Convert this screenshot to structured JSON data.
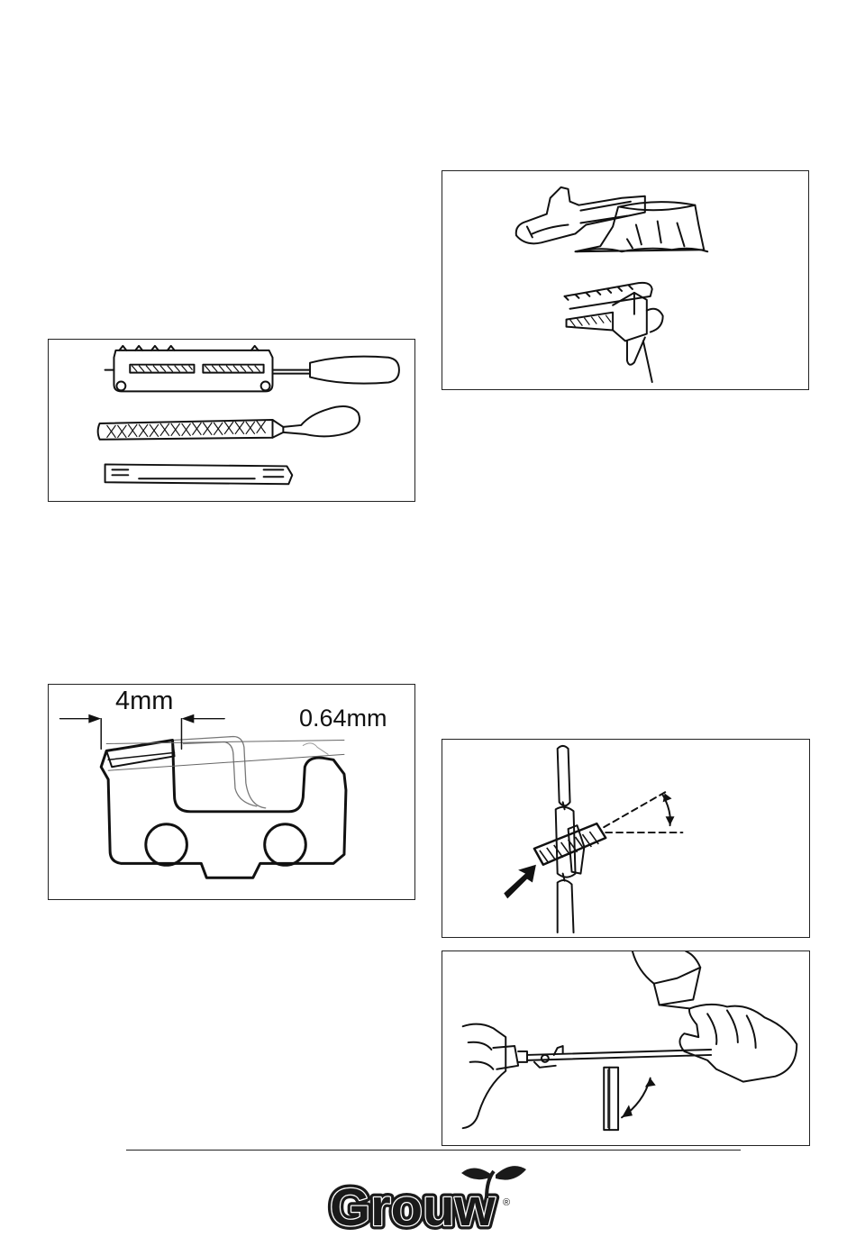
{
  "figures": {
    "cutter": {
      "label_depth": "4mm",
      "label_gauge": "0.64mm"
    }
  },
  "footer": {
    "brand": "Grouw",
    "registered_mark": "®"
  },
  "colors": {
    "ink": "#111111",
    "logo_fill": "#1a1a1a",
    "page": "#ffffff"
  }
}
